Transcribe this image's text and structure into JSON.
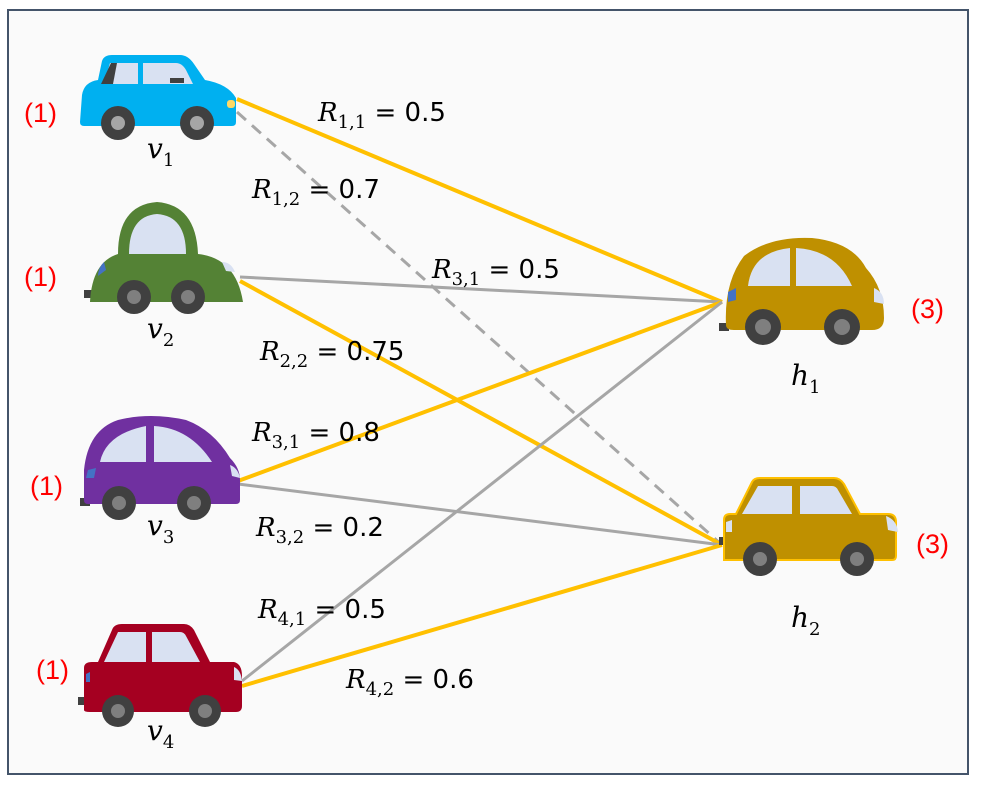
{
  "colors": {
    "assigned_edge": "#ffc000",
    "unassigned_edge": "#a6a6a6",
    "capacity_text": "#ff0000",
    "v1_body": "#00b0f0",
    "v2_body": "#548235",
    "v3_body": "#7030a0",
    "v4_body": "#a50021",
    "h1_body": "#bf9000",
    "h2_body": "#bf9000",
    "window": "#d9e1f2"
  },
  "vehicles": [
    {
      "id": "v1",
      "letter": "v",
      "index": "1",
      "capacity": "(1)",
      "icon": "blue-car-icon"
    },
    {
      "id": "v2",
      "letter": "v",
      "index": "2",
      "capacity": "(1)",
      "icon": "green-beetle-icon"
    },
    {
      "id": "v3",
      "letter": "v",
      "index": "3",
      "capacity": "(1)",
      "icon": "purple-car-icon"
    },
    {
      "id": "v4",
      "letter": "v",
      "index": "4",
      "capacity": "(1)",
      "icon": "red-car-icon"
    }
  ],
  "hubs": [
    {
      "id": "h1",
      "letter": "h",
      "index": "1",
      "capacity": "(3)",
      "icon": "yellow-beetle-icon"
    },
    {
      "id": "h2",
      "letter": "h",
      "index": "2",
      "capacity": "(3)",
      "icon": "yellow-sedan-icon"
    }
  ],
  "edges": [
    {
      "from": "v1",
      "to": "h1",
      "style": "assigned"
    },
    {
      "from": "v1",
      "to": "h2",
      "style": "dashed"
    },
    {
      "from": "v2",
      "to": "h1",
      "style": "unassigned"
    },
    {
      "from": "v2",
      "to": "h2",
      "style": "assigned"
    },
    {
      "from": "v3",
      "to": "h1",
      "style": "assigned"
    },
    {
      "from": "v3",
      "to": "h2",
      "style": "unassigned"
    },
    {
      "from": "v4",
      "to": "h1",
      "style": "unassigned"
    },
    {
      "from": "v4",
      "to": "h2",
      "style": "assigned"
    }
  ],
  "edge_labels": [
    {
      "sym": "R",
      "sub": "1,1",
      "rest": " = 0.5"
    },
    {
      "sym": "R",
      "sub": "1,2",
      "rest": " = 0.7"
    },
    {
      "sym": "R",
      "sub": "3,1",
      "rest": " = 0.5"
    },
    {
      "sym": "R",
      "sub": "2,2",
      "rest": " = 0.75"
    },
    {
      "sym": "R",
      "sub": "3,1",
      "rest": " = 0.8"
    },
    {
      "sym": "R",
      "sub": "3,2",
      "rest": " = 0.2"
    },
    {
      "sym": "R",
      "sub": "4,1",
      "rest": " = 0.5"
    },
    {
      "sym": "R",
      "sub": "4,2",
      "rest": " = 0.6"
    }
  ]
}
